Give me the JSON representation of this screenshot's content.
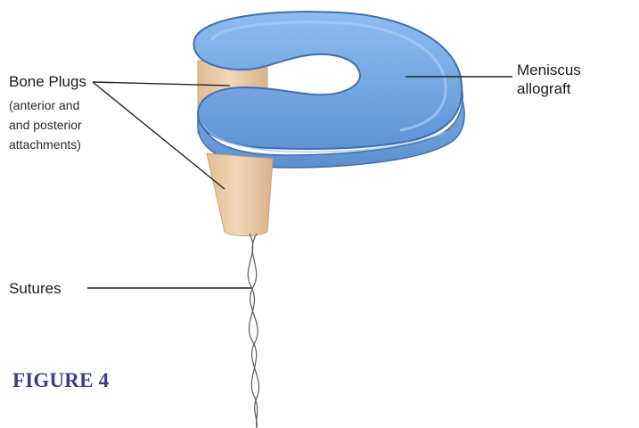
{
  "labels": {
    "bone_plugs": "Bone Plugs",
    "bone_plugs_detail": [
      "(anterior and",
      "and posterior",
      "attachments)"
    ],
    "meniscus_allograft": [
      "Meniscus",
      "allograft"
    ],
    "sutures": "Sutures"
  },
  "figure_caption": "FIGURE 4",
  "colors": {
    "meniscus_fill": "#6fa3df",
    "meniscus_edge": "#3f6fae",
    "bone_plug_fill": "#e8c9a4",
    "bone_plug_edge": "#c9a47a",
    "suture": "#555555",
    "caption": "#3d3b8e"
  }
}
